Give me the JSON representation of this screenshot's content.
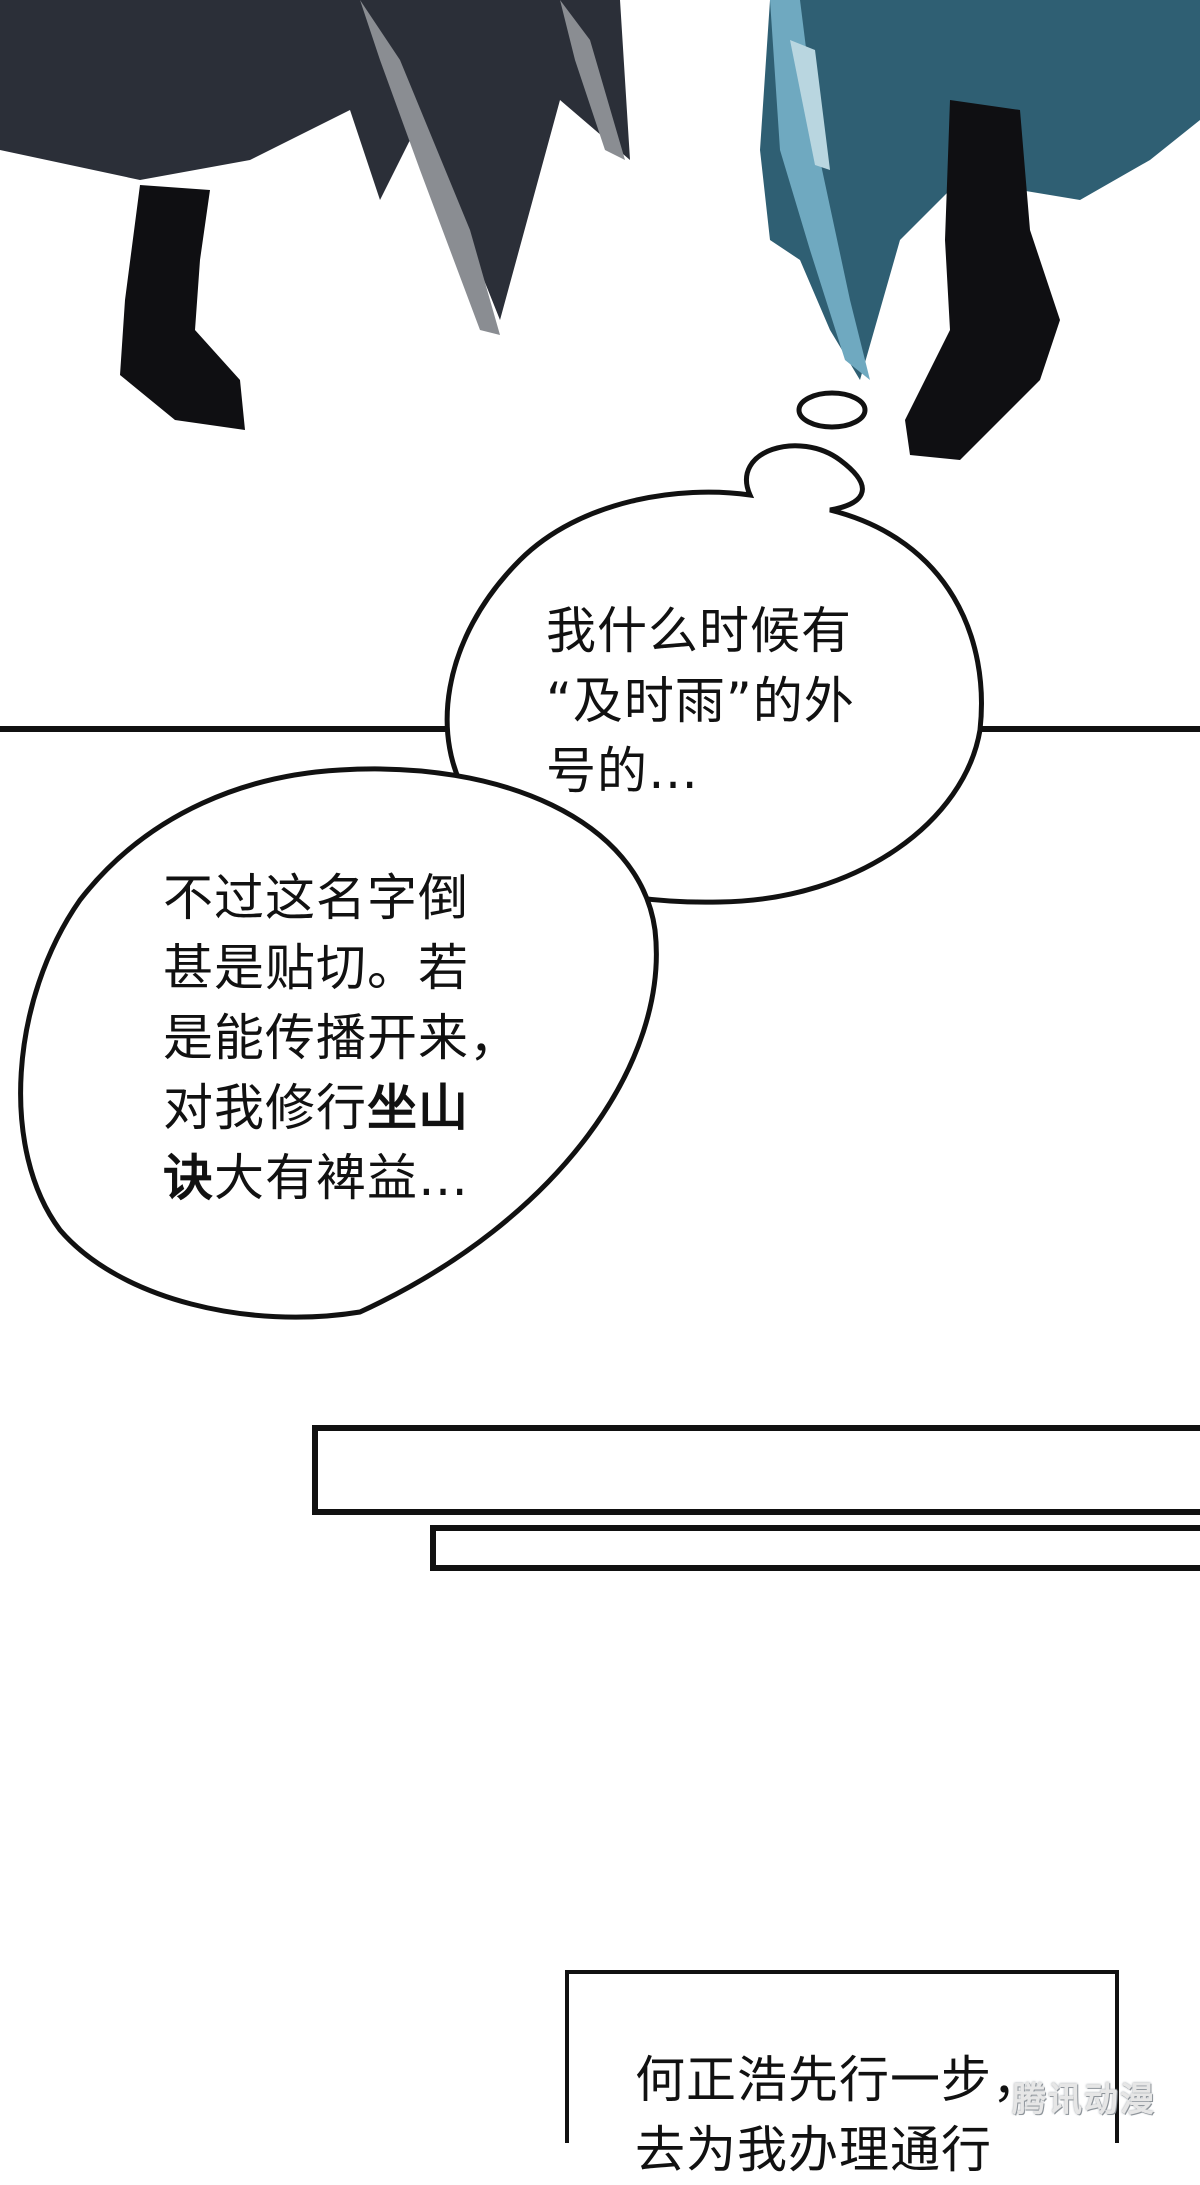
{
  "panel_top": {
    "characters": [
      "left-figure",
      "right-figure"
    ]
  },
  "thought_bubble": {
    "lines": [
      "我什么时候有",
      "“及时雨”的外",
      "号的…"
    ]
  },
  "speech_bubble": {
    "line1": "不过这名字倒",
    "line2": "甚是贴切。若",
    "line3": "是能传播开来，",
    "line4_prefix": "对我修行",
    "line4_bold": "坐山",
    "line5_bold": "诀",
    "line5_suffix": "大有裨益…"
  },
  "caption_box": {
    "line1": "何正浩先行一步，",
    "line2": "去为我办理通行"
  },
  "watermark": {
    "text": "腾讯动漫"
  },
  "colors": {
    "background": "#ffffff",
    "ink": "#111111",
    "left_robe": "#2b2f38",
    "right_robe": "#2f5f73",
    "right_robe_highlight": "#6fa9c0"
  }
}
